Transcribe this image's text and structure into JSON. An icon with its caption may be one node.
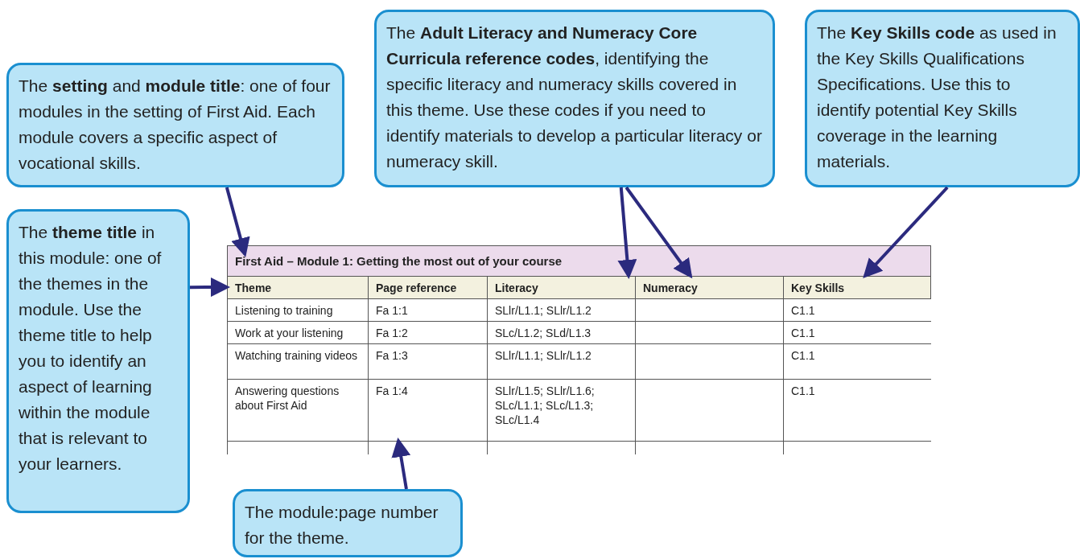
{
  "diagram": {
    "nodes": [
      {
        "text": [
          "The **setting** and **module title**: one of four modules in the setting of First Aid. Each module covers a specific aspect of vocational skills."
        ]
      },
      {
        "text": [
          "The **Adult Literacy and Numeracy Core Curricula reference codes**, identifying the specific literacy and numeracy skills covered in this theme. Use these codes if you need to identify materials to develop a particular literacy or numeracy skill."
        ]
      },
      {
        "text": [
          "The **Key Skills code** as used in the Key Skills Qualifications Specifications. Use this to identify potential Key Skills coverage in the learning materials."
        ]
      },
      {
        "text": [
          "The **theme title** in this module: one of the themes in the module. Use the theme title to help you to identify an aspect of learning within the module that is relevant to your learners."
        ]
      },
      {
        "text": [
          "First Aid – Module 1: Getting the most out of your course"
        ]
      },
      {
        "text": [
          "Theme"
        ]
      },
      {
        "text": [
          "Literacy"
        ]
      },
      {
        "text": [
          "Numeracy"
        ]
      },
      {
        "text": [
          "Key Skills"
        ]
      },
      {
        "text": [
          "Fa 1:4"
        ]
      },
      {
        "text": [
          "The module:page number for the theme."
        ]
      }
    ],
    "edges": [
      {
        "from": 0,
        "to": 4,
        "arrow": "to"
      },
      {
        "from": 1,
        "to": 6,
        "arrow": "to"
      },
      {
        "from": 1,
        "to": 7,
        "arrow": "to"
      },
      {
        "from": 2,
        "to": 8,
        "arrow": "to"
      },
      {
        "from": 3,
        "to": 5,
        "arrow": "to"
      },
      {
        "from": 10,
        "to": 9,
        "arrow": "to"
      }
    ],
    "labels": [
      "Page reference",
      "Listening to training",
      "Fa 1:1",
      "SLlr/L1.1; SLlr/L1.2",
      "C1.1",
      "Work at your listening",
      "Fa 1:2",
      "SLc/L1.2; SLd/L1.3",
      "C1.1",
      "Watching training videos",
      "Fa 1:3",
      "SLlr/L1.1; SLlr/L1.2",
      "C1.1",
      "Answering questions about First Aid",
      "SLlr/L1.5; SLlr/L1.6; SLc/L1.1; SLc/L1.3; SLc/L1.4",
      "C1.1"
    ]
  }
}
